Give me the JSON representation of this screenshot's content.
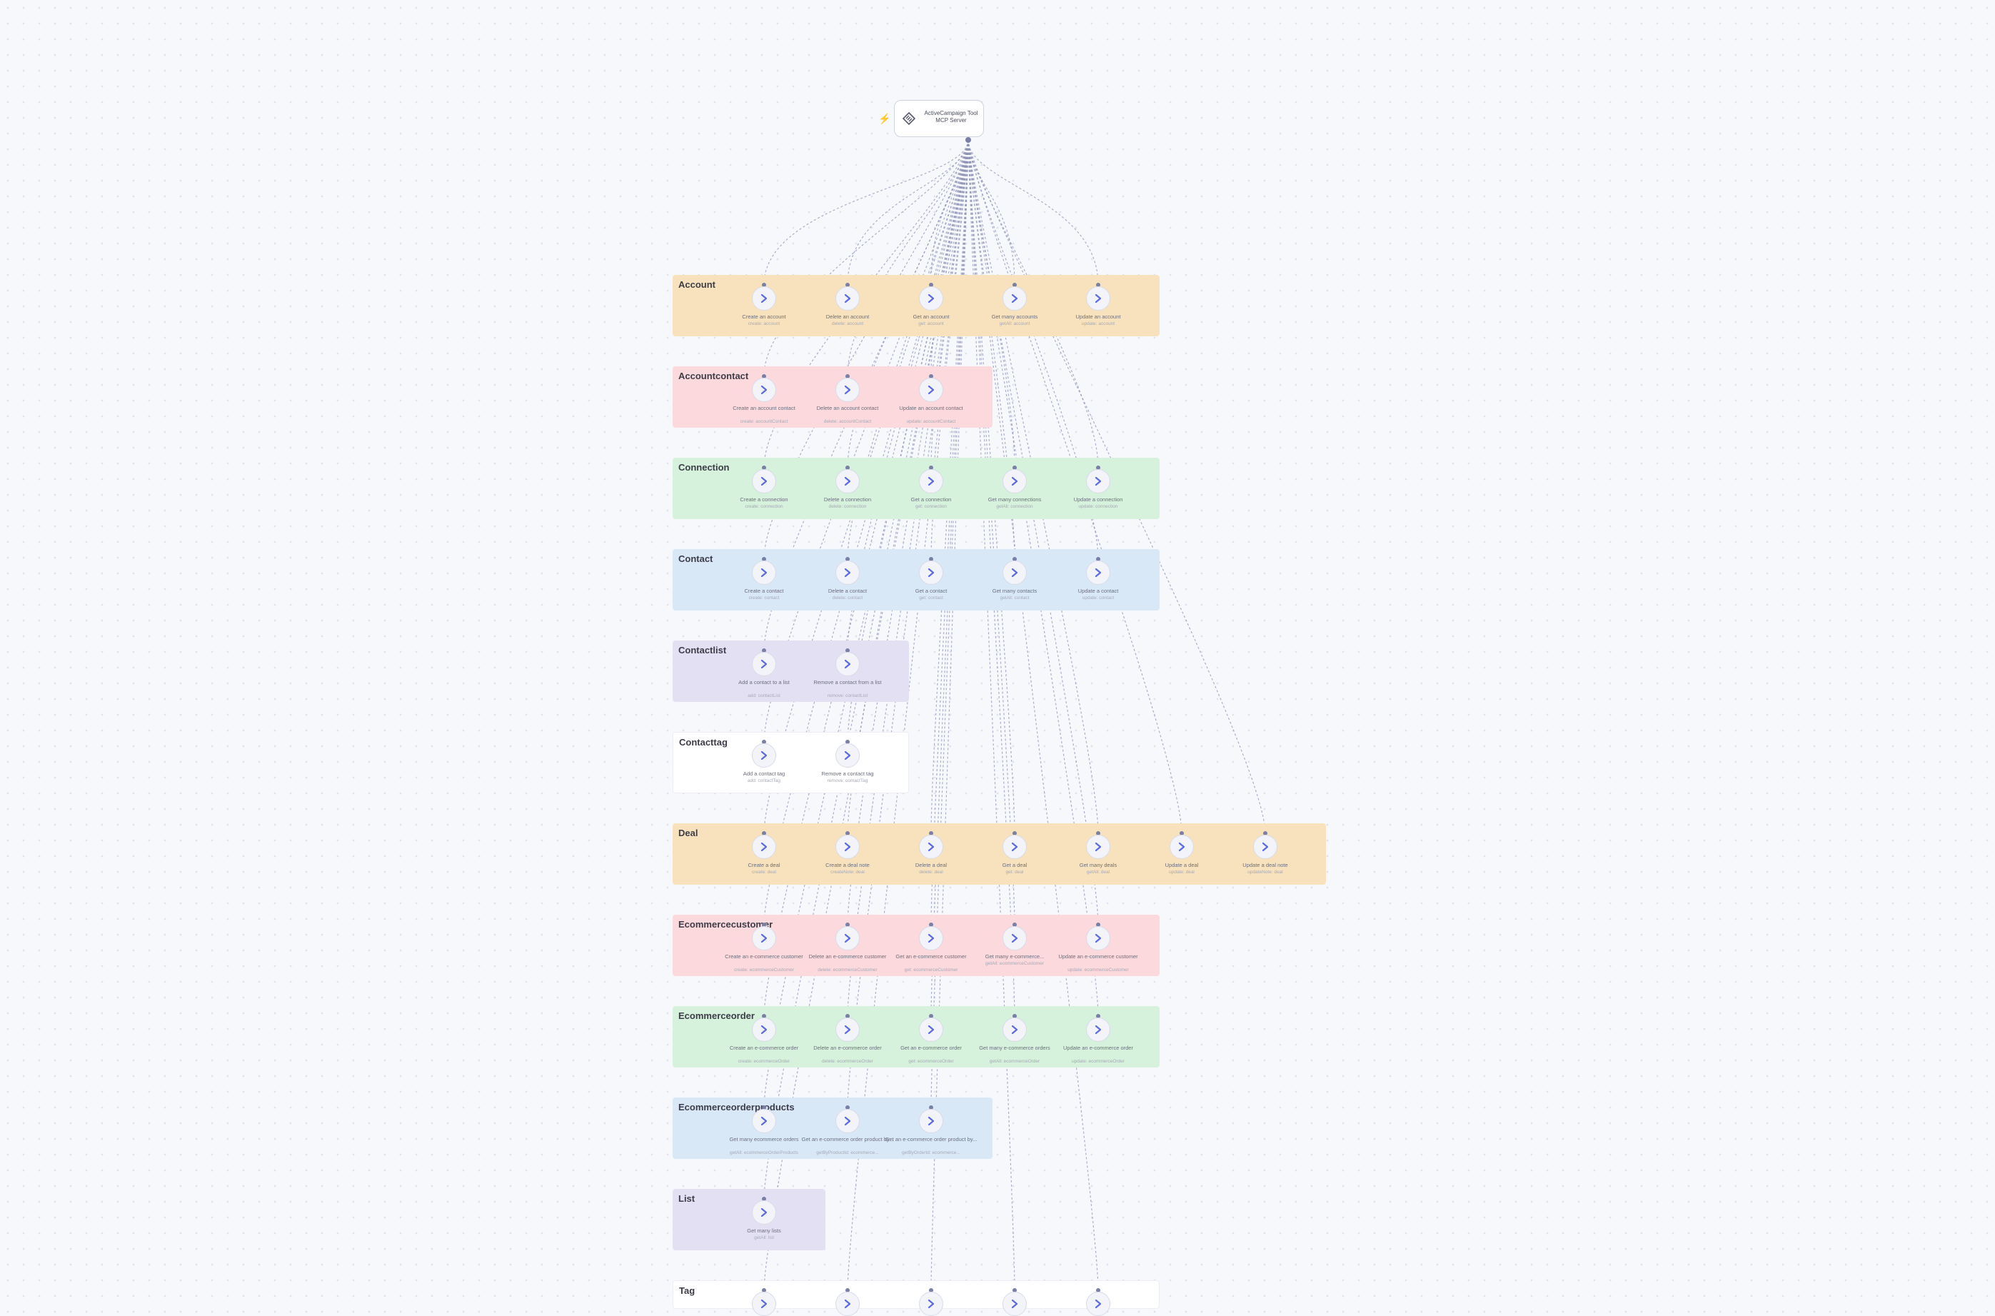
{
  "colors": {
    "orange": "#f8e2bd",
    "pink": "#fbd9dc",
    "green": "#d6f1dc",
    "blue": "#d9e8f7",
    "purple": "#e4e0f3",
    "white": "#ffffff",
    "edge": "#8f94b8",
    "arrow": "#5a6adf"
  },
  "trigger": {
    "title": "ActiveCampaign Tool MCP Server",
    "icon": "mcp-server-icon",
    "bolt_icon": "lightning-bolt-icon"
  },
  "groups": [
    {
      "title": "Account",
      "color": "orange",
      "nodes": [
        {
          "label": "Create an account",
          "sub": "create: account"
        },
        {
          "label": "Delete an account",
          "sub": "delete: account"
        },
        {
          "label": "Get an account",
          "sub": "get: account"
        },
        {
          "label": "Get many accounts",
          "sub": "getAll: account"
        },
        {
          "label": "Update an account",
          "sub": "update: account"
        }
      ]
    },
    {
      "title": "Accountcontact",
      "color": "pink",
      "nodes": [
        {
          "label": "Create an account contact",
          "sub": "create: accountContact"
        },
        {
          "label": "Delete an account contact",
          "sub": "delete: accountContact"
        },
        {
          "label": "Update an account contact",
          "sub": "update: accountContact"
        }
      ]
    },
    {
      "title": "Connection",
      "color": "green",
      "nodes": [
        {
          "label": "Create a connection",
          "sub": "create: connection"
        },
        {
          "label": "Delete a connection",
          "sub": "delete: connection"
        },
        {
          "label": "Get a connection",
          "sub": "get: connection"
        },
        {
          "label": "Get many connections",
          "sub": "getAll: connection"
        },
        {
          "label": "Update a connection",
          "sub": "update: connection"
        }
      ]
    },
    {
      "title": "Contact",
      "color": "blue",
      "nodes": [
        {
          "label": "Create a contact",
          "sub": "create: contact"
        },
        {
          "label": "Delete a contact",
          "sub": "delete: contact"
        },
        {
          "label": "Get a contact",
          "sub": "get: contact"
        },
        {
          "label": "Get many contacts",
          "sub": "getAll: contact"
        },
        {
          "label": "Update a contact",
          "sub": "update: contact"
        }
      ]
    },
    {
      "title": "Contactlist",
      "color": "purple",
      "nodes": [
        {
          "label": "Add a contact to a list",
          "sub": "add: contactList"
        },
        {
          "label": "Remove a contact from a list",
          "sub": "remove: contactList"
        }
      ]
    },
    {
      "title": "Contacttag",
      "color": "white",
      "nodes": [
        {
          "label": "Add a contact tag",
          "sub": "add: contactTag"
        },
        {
          "label": "Remove a contact tag",
          "sub": "remove: contactTag"
        }
      ]
    },
    {
      "title": "Deal",
      "color": "orange",
      "nodes": [
        {
          "label": "Create a deal",
          "sub": "create: deal"
        },
        {
          "label": "Create a deal note",
          "sub": "createNote: deal"
        },
        {
          "label": "Delete a deal",
          "sub": "delete: deal"
        },
        {
          "label": "Get a deal",
          "sub": "get: deal"
        },
        {
          "label": "Get many deals",
          "sub": "getAll: deal"
        },
        {
          "label": "Update a deal",
          "sub": "update: deal"
        },
        {
          "label": "Update a deal note",
          "sub": "updateNote: deal"
        }
      ]
    },
    {
      "title": "Ecommercecustomer",
      "color": "pink",
      "nodes": [
        {
          "label": "Create an e-commerce customer",
          "sub": "create: ecommerceCustomer"
        },
        {
          "label": "Delete an e-commerce customer",
          "sub": "delete: ecommerceCustomer"
        },
        {
          "label": "Get an e-commerce customer",
          "sub": "get: ecommerceCustomer"
        },
        {
          "label": "Get many e-commerce...",
          "sub": "getAll: ecommerceCustomer"
        },
        {
          "label": "Update an e-commerce customer",
          "sub": "update: ecommerceCustomer"
        }
      ]
    },
    {
      "title": "Ecommerceorder",
      "color": "green",
      "nodes": [
        {
          "label": "Create an e-commerce order",
          "sub": "create: ecommerceOrder"
        },
        {
          "label": "Delete an e-commerce order",
          "sub": "delete: ecommerceOrder"
        },
        {
          "label": "Get an e-commerce order",
          "sub": "get: ecommerceOrder"
        },
        {
          "label": "Get many e-commerce orders",
          "sub": "getAll: ecommerceOrder"
        },
        {
          "label": "Update an e-commerce order",
          "sub": "update: ecommerceOrder"
        }
      ]
    },
    {
      "title": "Ecommerceorderproducts",
      "color": "blue",
      "nodes": [
        {
          "label": "Get many ecommerce orders",
          "sub": "getAll: ecommerceOrderProducts"
        },
        {
          "label": "Get an e-commerce order product by...",
          "sub": "getByProductId: ecommerce..."
        },
        {
          "label": "Get an e-commerce order product by...",
          "sub": "getByOrderId: ecommerce..."
        }
      ]
    },
    {
      "title": "List",
      "color": "purple",
      "nodes": [
        {
          "label": "Get many lists",
          "sub": "getAll: list"
        }
      ]
    },
    {
      "title": "Tag",
      "color": "white",
      "nodes": [
        {
          "label": "",
          "sub": ""
        },
        {
          "label": "",
          "sub": ""
        },
        {
          "label": "",
          "sub": ""
        },
        {
          "label": "",
          "sub": ""
        },
        {
          "label": "",
          "sub": ""
        }
      ]
    }
  ]
}
